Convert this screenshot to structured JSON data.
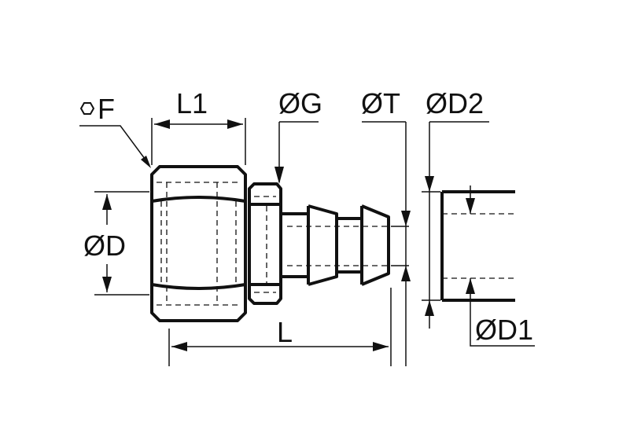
{
  "labels": {
    "hex_symbol": "F",
    "L1": "L1",
    "G": "ØG",
    "T": "ØT",
    "D2": "ØD2",
    "D": "ØD",
    "L": "L",
    "D1": "ØD1"
  },
  "colors": {
    "ink": "#111111",
    "background": "#ffffff"
  }
}
